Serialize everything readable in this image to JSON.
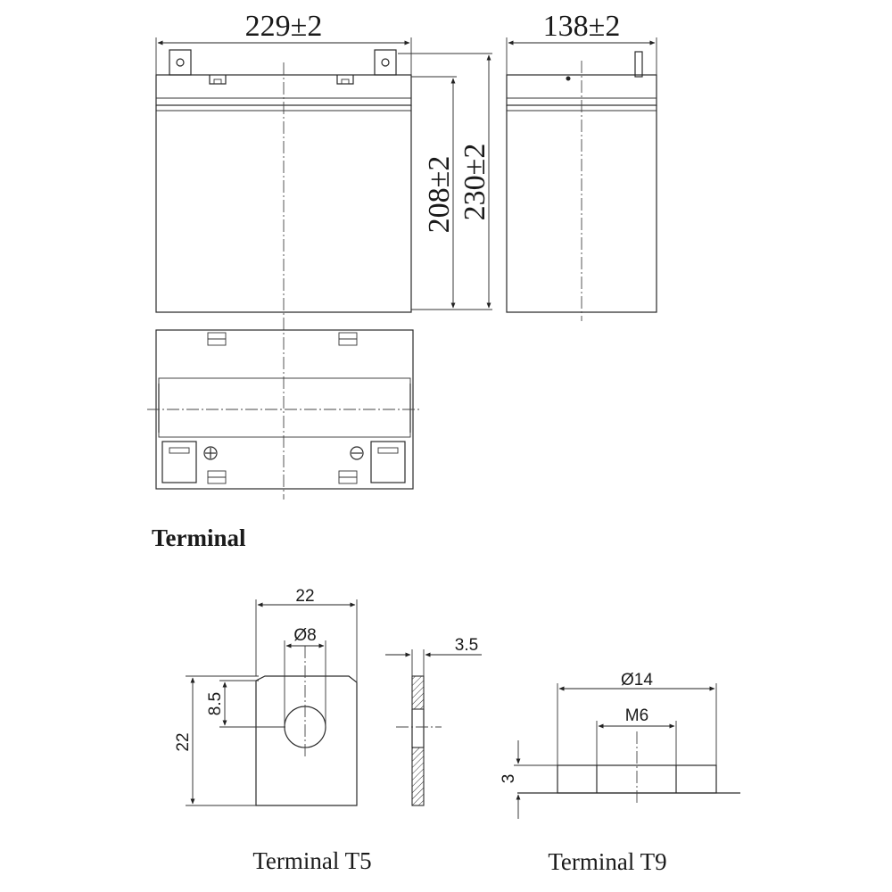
{
  "battery_views": {
    "front_width": "229±2",
    "side_depth": "138±2",
    "case_height": "208±2",
    "total_height": "230±2"
  },
  "section_title": "Terminal",
  "terminal_t5": {
    "caption": "Terminal T5",
    "width": "22",
    "hole_diameter": "Ø8",
    "thickness": "3.5",
    "hole_offset": "8.5",
    "height": "22"
  },
  "terminal_t9": {
    "caption": "Terminal T9",
    "outer_diameter": "Ø14",
    "thread": "M6",
    "height": "3"
  }
}
